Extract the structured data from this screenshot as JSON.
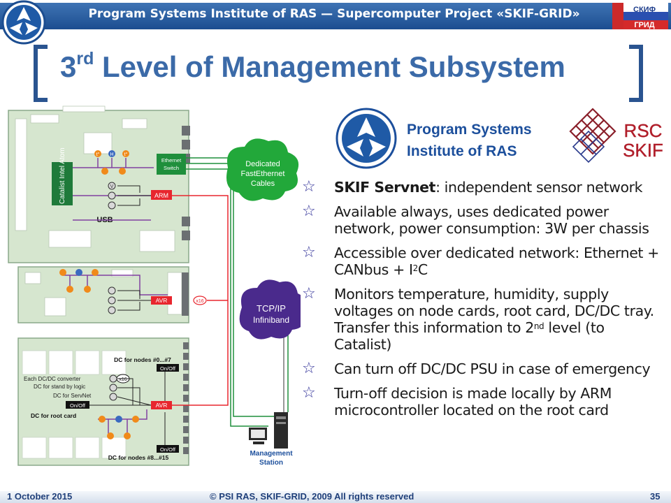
{
  "header": {
    "title": "Program Systems Institute of RAS — Supercomputer Project «SKIF-GRID»",
    "logo_right_top": "СКИФ",
    "logo_right_bottom": "ГРИД",
    "band_color": "#2b5a9c"
  },
  "slide": {
    "title_prefix": "3",
    "title_sup": "rd",
    "title_rest": " Level of Management Subsystem"
  },
  "org": {
    "line1": "Program Systems",
    "line2": "Institute of RAS",
    "rsc_top": "RSC",
    "rsc_bottom": "SKIF"
  },
  "bullets": [
    {
      "bold": "SKIF Servnet",
      "text": ": independent sensor network"
    },
    {
      "text": "Available always, uses dedicated power network, power consumption: 3W per chassis"
    },
    {
      "text_a": "Accessible over dedicated network: Ethernet + CANbus + I",
      "sup": "2",
      "text_b": "C"
    },
    {
      "text_a": "Monitors temperature, humidity, supply voltages on node cards, root card, DC/DC tray. Transfer this information to 2",
      "sup": "nd",
      "text_b": " level (to Catalist)"
    },
    {
      "text": "Can turn off DC/DC PSU in case of emergency"
    },
    {
      "text": "Turn-off decision is made locally by ARM microcontroller located on the root card"
    }
  ],
  "diagram": {
    "catalist": "Catalist Intel Atom",
    "ethernet_switch_1": "Ethernet",
    "ethernet_switch_2": "Switch",
    "arm": "ARM",
    "usb": "USB",
    "avr_mid": "AVR",
    "x16_mid": "x16",
    "cloud1_l1": "Dedicated",
    "cloud1_l2": "FastEthernet",
    "cloud1_l3": "Cables",
    "cloud2_l1": "TCP/IP",
    "cloud2_l2": "Infiniband",
    "dc_nodes_top": "DC for nodes #0...#7",
    "onoff": "On/Off",
    "each_dcdc": "Each DC/DC converter",
    "x16_bot": "x16",
    "dc_stand": "DC for stand by logic",
    "dc_servnet": "DC for ServNet",
    "avr_bot": "AVR",
    "dc_root": "DC for root card",
    "dc_nodes_bot": "DC for nodes #8...#15",
    "mgmt_l1": "Management",
    "mgmt_l2": "Station",
    "sensor_t": "t°",
    "sensor_h": "H",
    "sensor_v": "V",
    "accent_red": "#e8262e",
    "accent_green": "#1f8f3c"
  },
  "footer": {
    "date": "1 October 2015",
    "copyright": "© PSI RAS, SKIF-GRID, 2009 All rights reserved",
    "page": "35"
  }
}
